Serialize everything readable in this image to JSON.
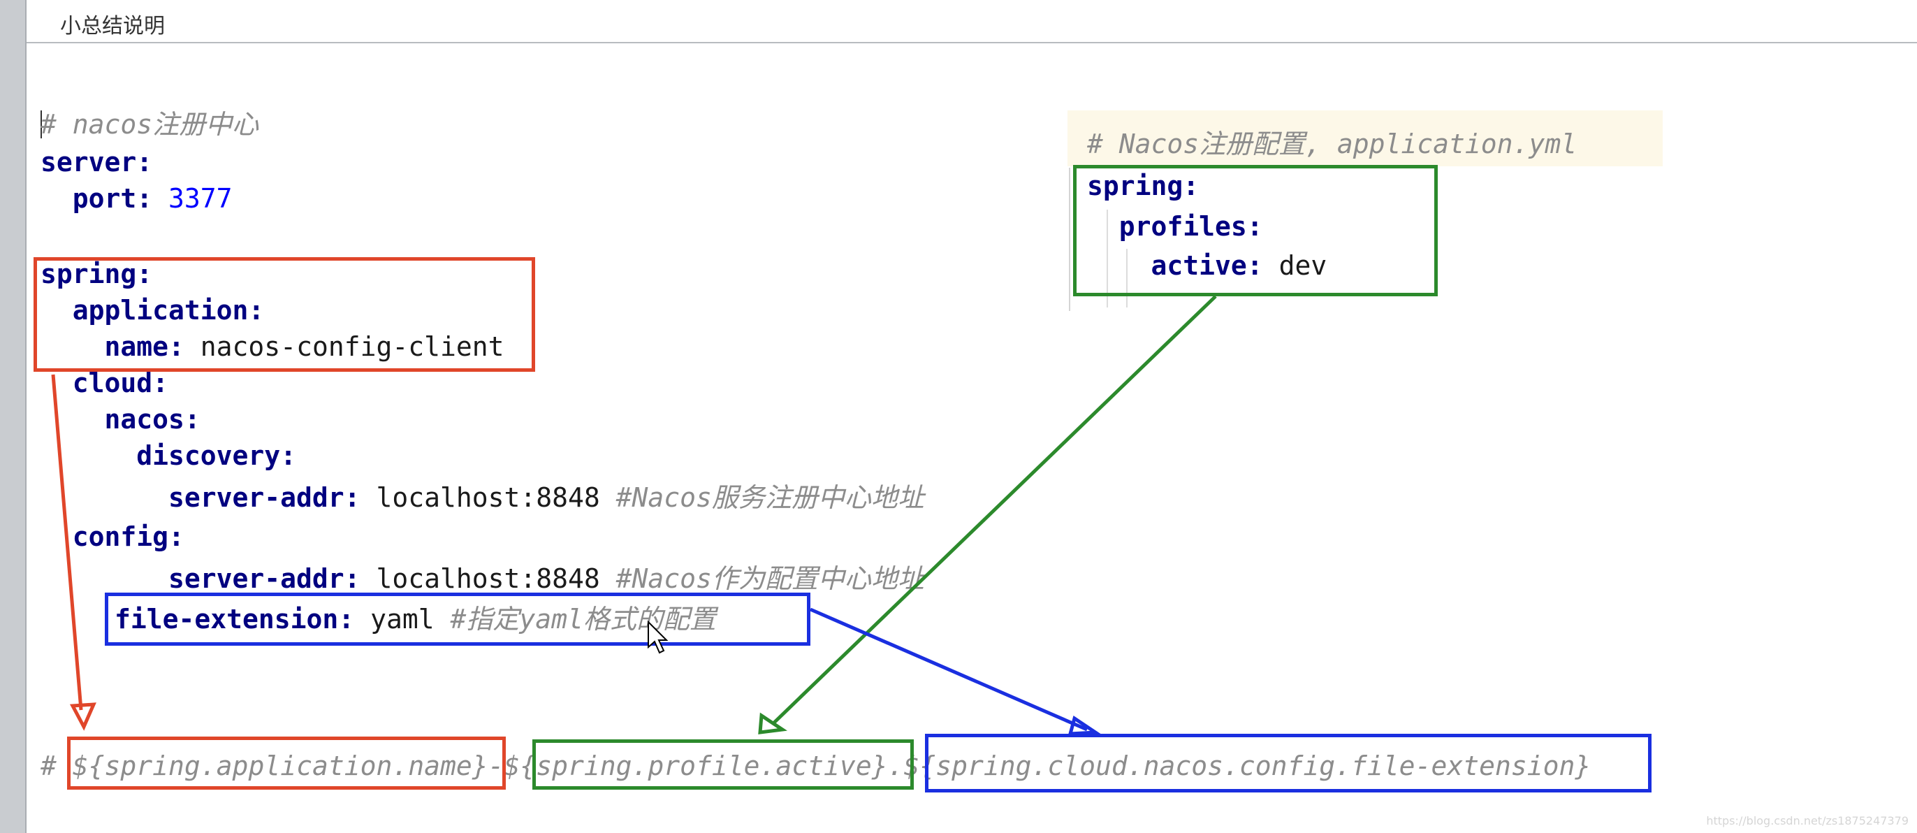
{
  "window": {
    "title": "小总结说明"
  },
  "left_code": {
    "comment1": "# nacos注册中心",
    "server_key": "server:",
    "port_key": "port:",
    "port_value": "3377",
    "spring_key": "spring:",
    "application_key": "application:",
    "name_key": "name:",
    "name_value": "nacos-config-client",
    "cloud_key": "cloud:",
    "nacos_key": "nacos:",
    "discovery_key": "discovery:",
    "discovery_addr_key": "server-addr:",
    "discovery_addr_value": "localhost:8848",
    "discovery_addr_comment": "#Nacos服务注册中心地址",
    "config_key": "config:",
    "config_addr_key": "server-addr:",
    "config_addr_value": "localhost:8848",
    "config_addr_comment": "#Nacos作为配置中心地址",
    "file_ext_key": "file-extension:",
    "file_ext_value": "yaml",
    "file_ext_comment": "#指定yaml格式的配置"
  },
  "right_code": {
    "comment": "# Nacos注册配置, application.yml",
    "spring_key": "spring:",
    "profiles_key": "profiles:",
    "active_key": "active:",
    "active_value": "dev"
  },
  "formula": {
    "hash": "#",
    "part1": "${spring.application.name}",
    "sep1": "-",
    "part2": "${spring.profile.active}",
    "sep2": ".",
    "part3": "${spring.cloud.nacos.config.file-extension}"
  },
  "colors": {
    "red_box": "#e0462a",
    "green_box": "#2c8a2c",
    "blue_box": "#1a2fe0",
    "key_color": "#000080",
    "comment_color": "#8c8c8c"
  },
  "watermark": "https://blog.csdn.net/zs1875247379"
}
